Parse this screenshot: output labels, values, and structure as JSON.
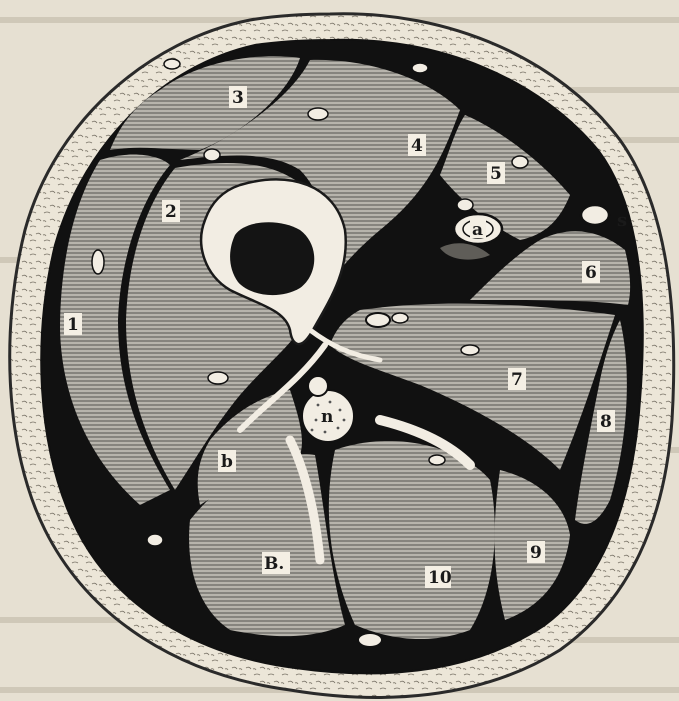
{
  "figure": {
    "labels": {
      "l1": "1",
      "l2": "2",
      "l3": "3",
      "l4": "4",
      "l5": "5",
      "l6": "6",
      "l7": "7",
      "l8": "8",
      "l9": "9",
      "l10": "10",
      "a": "a",
      "n": "n",
      "b": "b",
      "B": "B.",
      "s": "s"
    },
    "colors": {
      "paper": "#e6e0d2",
      "muscle_fill": "#a9a7a0",
      "fascia": "#111111",
      "bone_cortex": "#f2ede3",
      "marrow": "#1a1a1a"
    }
  }
}
